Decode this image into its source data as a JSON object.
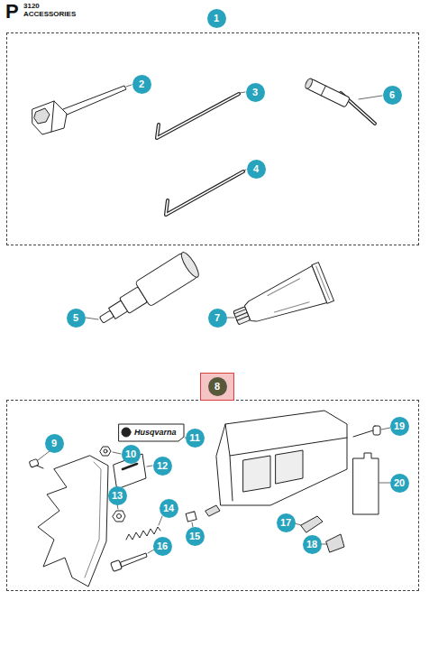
{
  "diagram": {
    "nodes": [
      {
        "text": [
          "1"
        ]
      },
      {
        "text": [
          "2"
        ],
        "in": 0
      },
      {
        "text": [
          "3"
        ],
        "in": 0
      },
      {
        "text": [
          "6"
        ],
        "in": 0
      },
      {
        "text": [
          "4"
        ],
        "in": 0
      },
      {
        "text": [
          "5"
        ]
      },
      {
        "text": [
          "7"
        ]
      },
      {
        "text": [
          "8"
        ]
      },
      {
        "text": [
          "9"
        ],
        "in": 7
      },
      {
        "text": [
          "10"
        ],
        "in": 7
      },
      {
        "text": [
          "11"
        ],
        "in": 7
      },
      {
        "text": [
          "12"
        ],
        "in": 7
      },
      {
        "text": [
          "19"
        ],
        "in": 7
      },
      {
        "text": [
          "20"
        ],
        "in": 7
      },
      {
        "text": [
          "13"
        ],
        "in": 7
      },
      {
        "text": [
          "14"
        ],
        "in": 7
      },
      {
        "text": [
          "17"
        ],
        "in": 7
      },
      {
        "text": [
          "15"
        ],
        "in": 7
      },
      {
        "text": [
          "16"
        ],
        "in": 7
      },
      {
        "text": [
          "18"
        ],
        "in": 7
      }
    ],
    "labels": [
      "P",
      "3120",
      "ACCESSORIES",
      "Husqvarna"
    ]
  }
}
